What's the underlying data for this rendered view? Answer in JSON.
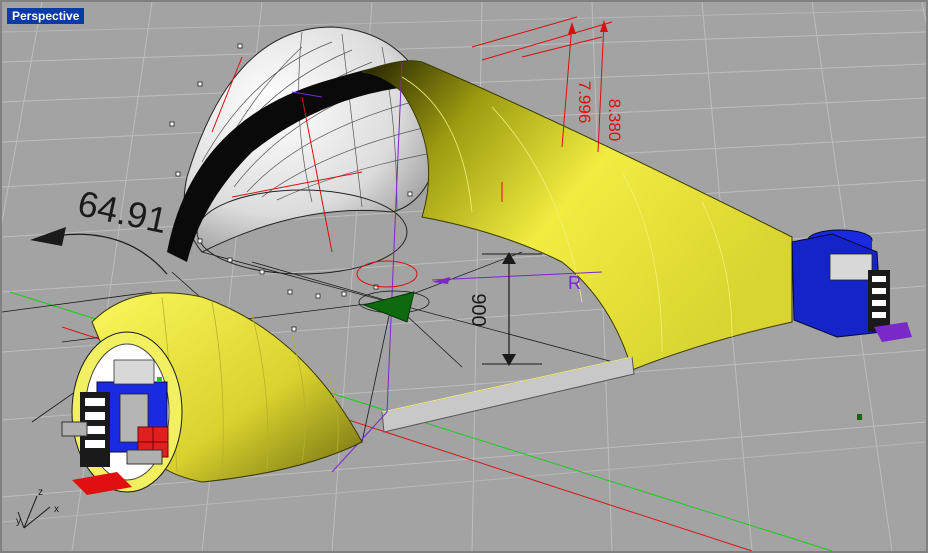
{
  "viewport": {
    "title": "Perspective",
    "colors": {
      "background": "#a3a3a3",
      "grid": "#bcbcbc",
      "grid_major": "#8f8f8f",
      "axis_x": "#d21a1a",
      "axis_y": "#1ec81e",
      "surface_yellow": "#e6e23a",
      "dimension_red": "#d81010",
      "selection_blue": "#1a2ae0"
    }
  },
  "annotations": {
    "angle_dimension": "64.91",
    "vertical_dimension": "900",
    "dim_a": "7.996",
    "dim_b": "8.380",
    "radius_marker": "R"
  },
  "axis_icon": {
    "x": "x",
    "y": "y",
    "z": "z"
  }
}
